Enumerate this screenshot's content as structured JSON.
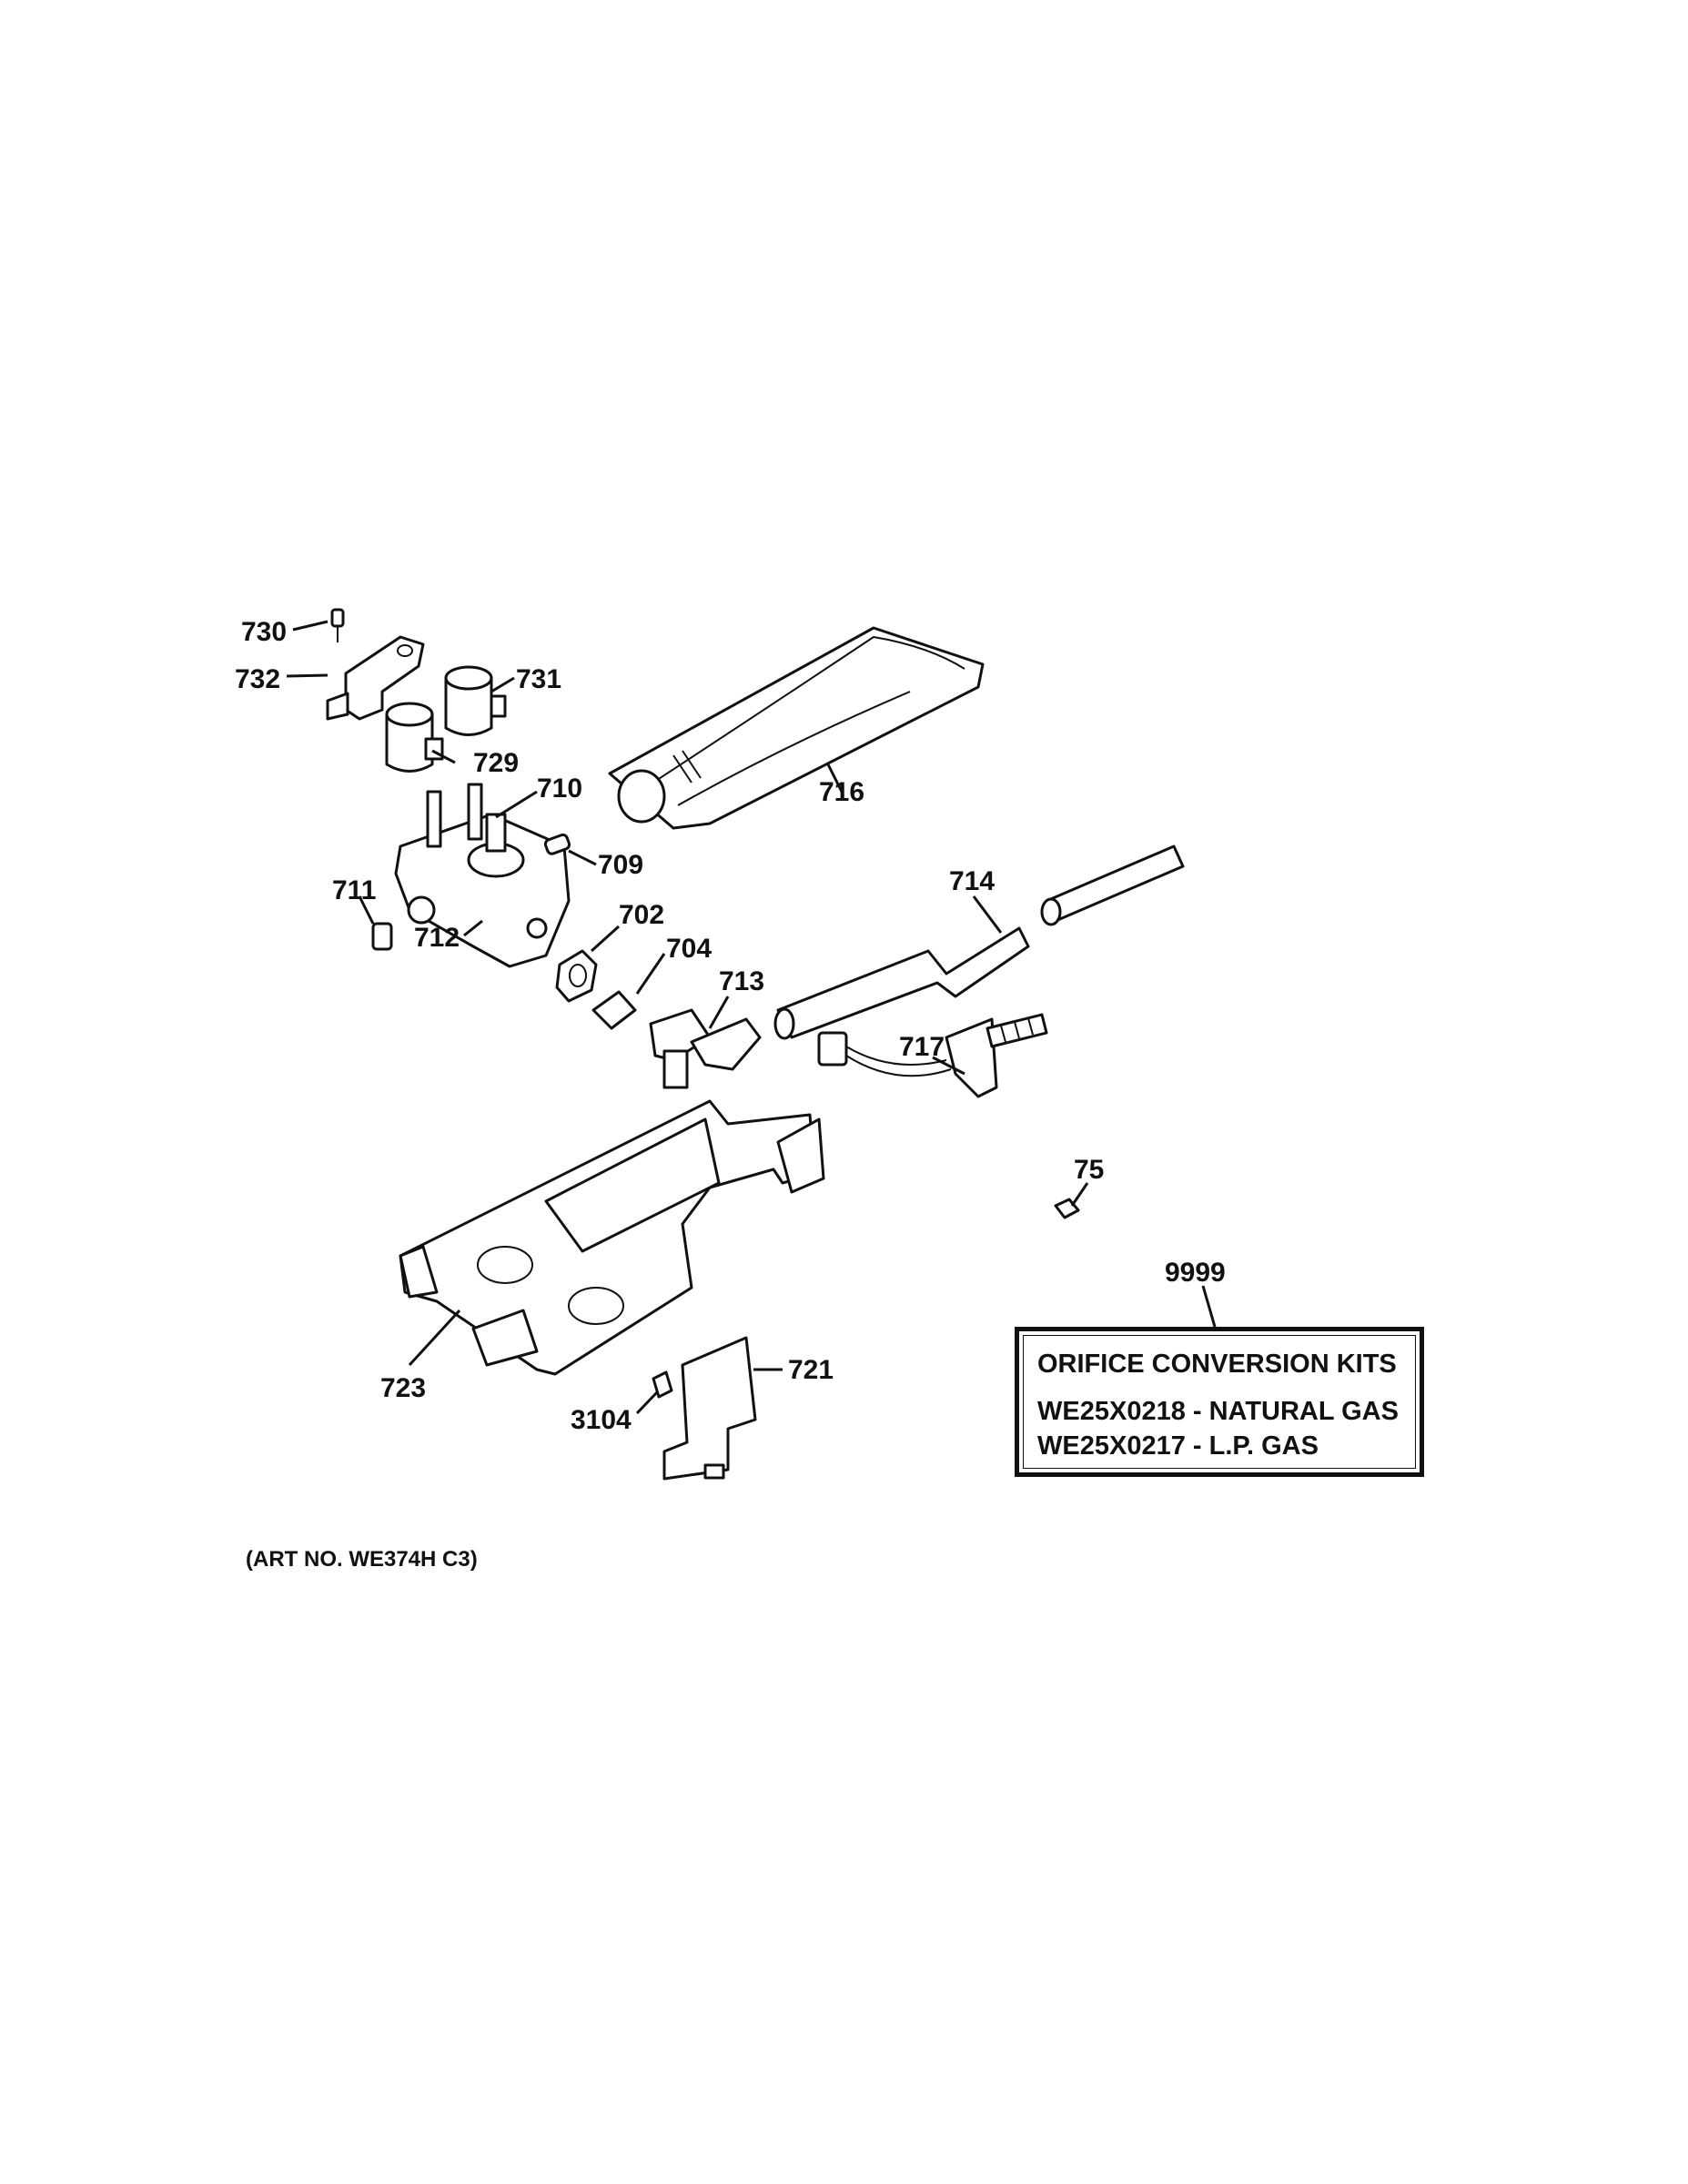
{
  "labels": {
    "p730": "730",
    "p732": "732",
    "p731": "731",
    "p729": "729",
    "p710": "710",
    "p709": "709",
    "p716": "716",
    "p711": "711",
    "p712": "712",
    "p702": "702",
    "p704": "704",
    "p713": "713",
    "p714": "714",
    "p717": "717",
    "p75": "75",
    "p9999": "9999",
    "p723": "723",
    "p721": "721",
    "p3104": "3104"
  },
  "kit_box": {
    "title": "ORIFICE CONVERSION KITS",
    "line1": "WE25X0218 - NATURAL GAS",
    "line2": "WE25X0217 - L.P. GAS"
  },
  "art_no": "(ART NO. WE374H C3)"
}
